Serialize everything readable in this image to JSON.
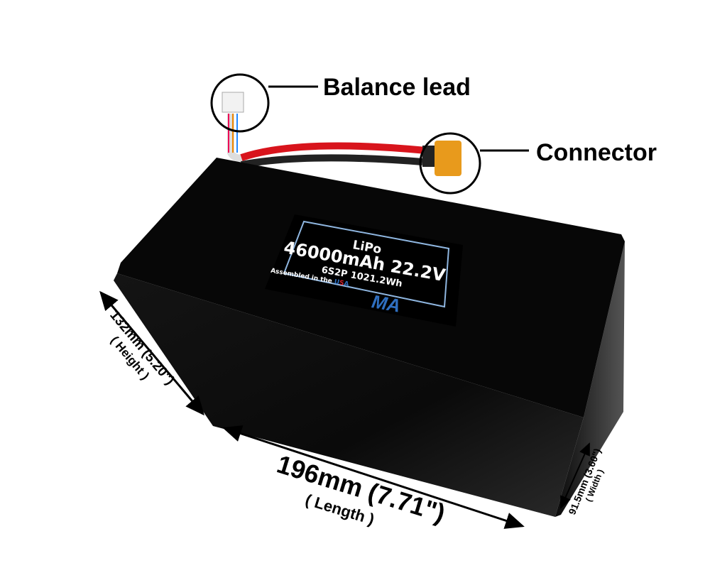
{
  "callouts": {
    "balance_lead": "Balance lead",
    "connector": "Connector"
  },
  "label": {
    "chemistry": "LiPo",
    "capacity_voltage": "46000mAh 22.2V",
    "config_energy": "6S2P 1021.2Wh",
    "assembled_prefix": "Assembled in the ",
    "usa_u": "U",
    "usa_s": "S",
    "usa_a": "A",
    "logo": "MA"
  },
  "dimensions": {
    "height": "132mm (5.20\")",
    "height_label": "( Height )",
    "length": "196mm (7.71\")",
    "length_label": "( Length )",
    "width": "91.5mm (3.60\")",
    "width_label": "( Width )"
  },
  "colors": {
    "body": "#0b0b0b",
    "label_border": "#8fb6e0",
    "logo": "#2f6fc0",
    "usa_red": "#d0202a",
    "usa_blue": "#2f6fc0",
    "wire_red": "#d8141c",
    "connector": "#e89a1c"
  }
}
